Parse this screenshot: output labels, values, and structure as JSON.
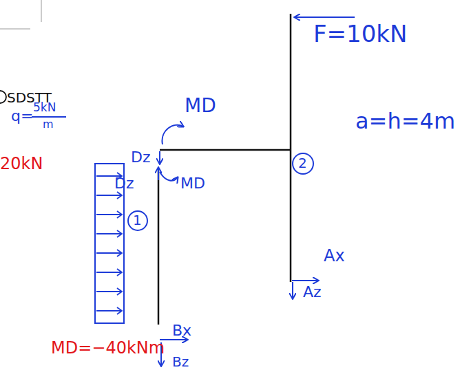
{
  "diagram": {
    "labels": [
      "SDSTT",
      "q=",
      "5kN",
      "m",
      "20kN",
      "MD",
      "Dz",
      "Dz",
      "MD",
      "1",
      "MD=−40kNm",
      "Bx",
      "Bz",
      "F=10kN",
      "a=h=4m",
      "2",
      "Ax",
      "Az"
    ]
  }
}
